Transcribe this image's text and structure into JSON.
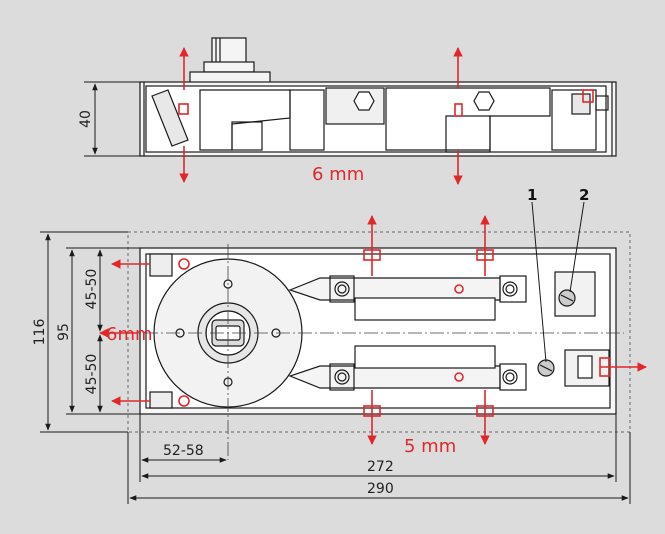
{
  "drawing": {
    "side_view": {
      "height_dim": "40",
      "adjust_label": "6 mm"
    },
    "top_view": {
      "height_dims": [
        "116",
        "95"
      ],
      "spacing_top": "45-50",
      "spacing_bottom": "45-50",
      "adjust_left_label": "6mm",
      "adjust_bottom_label": "5 mm",
      "width_dims": [
        "52-58",
        "272",
        "290"
      ],
      "callouts": [
        "1",
        "2"
      ]
    },
    "colors": {
      "background": "#dcdcdc",
      "line": "#1a1a1a",
      "accent": "#e0282c"
    }
  }
}
